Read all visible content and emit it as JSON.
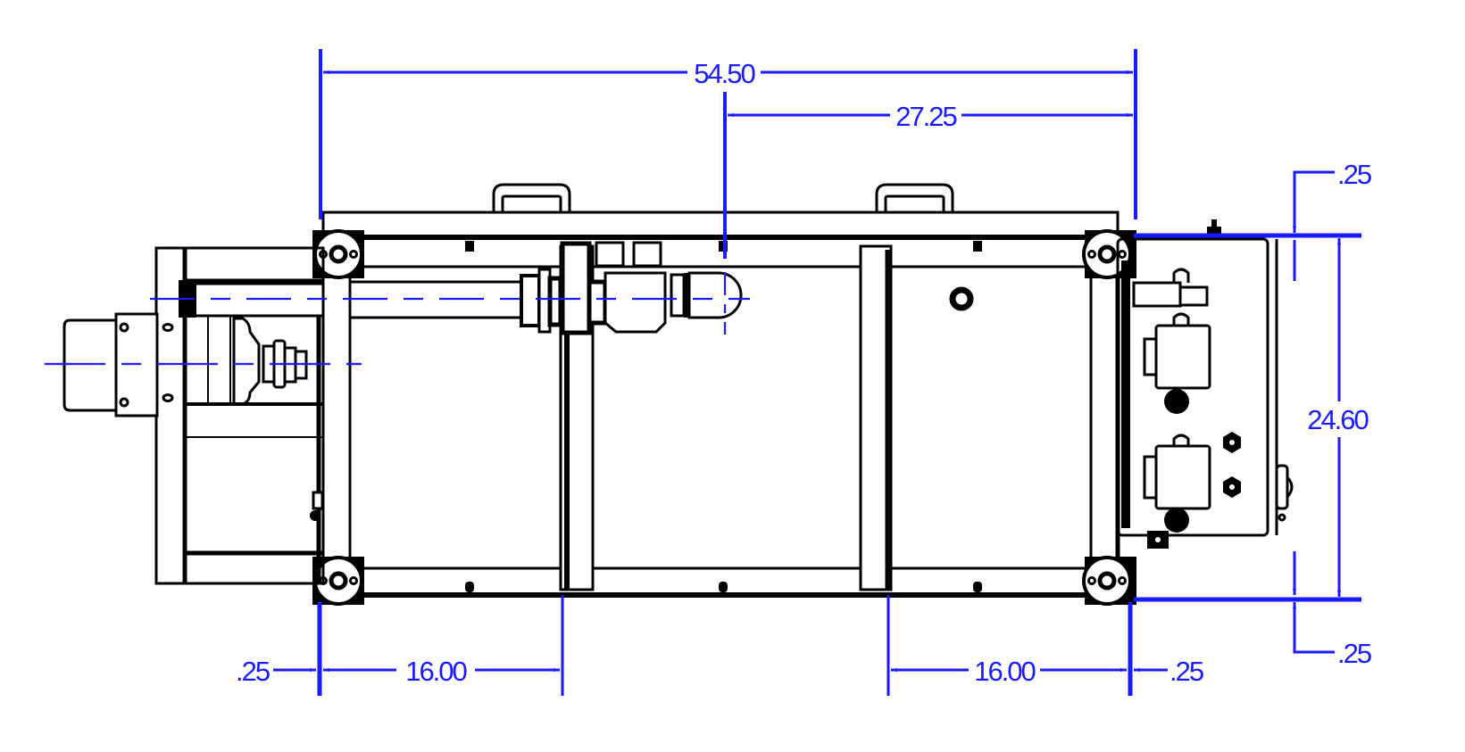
{
  "drawing": {
    "view": "Top view - skid frame assembly",
    "colors": {
      "geometry": "#000000",
      "dimension": "#1a1aff",
      "background": "#ffffff"
    }
  },
  "dimensions": {
    "overall_length": "54.50",
    "half_length": "27.25",
    "overall_width": "24.60",
    "top_offset": ".25",
    "bottom_offset": ".25",
    "left_offset": ".25",
    "right_offset": ".25",
    "left_spacing": "16.00",
    "right_spacing": "16.00"
  },
  "components": [
    {
      "name": "main-frame",
      "label": "Main skid frame"
    },
    {
      "name": "lifting-handle-left",
      "label": "Lifting handle"
    },
    {
      "name": "lifting-handle-right",
      "label": "Lifting handle"
    },
    {
      "name": "caster-top-left",
      "label": "Caster wheel"
    },
    {
      "name": "caster-top-right",
      "label": "Caster wheel"
    },
    {
      "name": "caster-bottom-left",
      "label": "Caster wheel"
    },
    {
      "name": "caster-bottom-right",
      "label": "Caster wheel"
    },
    {
      "name": "motor-pump",
      "label": "Motor / pump unit"
    },
    {
      "name": "ball-valve",
      "label": "Ball valve"
    },
    {
      "name": "control-enclosure",
      "label": "Control enclosure"
    },
    {
      "name": "solenoid-valve-1",
      "label": "Solenoid valve"
    },
    {
      "name": "solenoid-valve-2",
      "label": "Solenoid valve"
    }
  ]
}
